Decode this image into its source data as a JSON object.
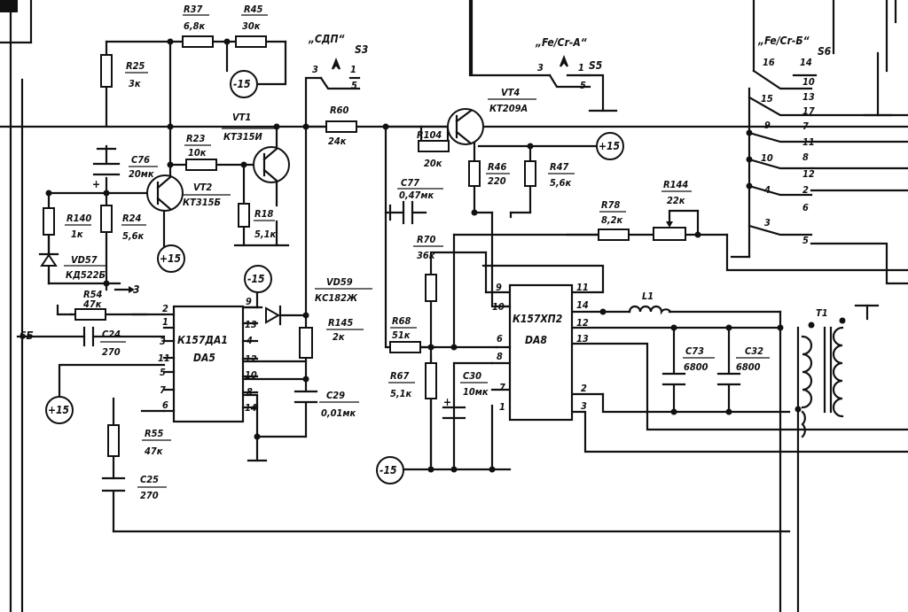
{
  "components": {
    "R37": {
      "ref": "R37",
      "value": "6,8к"
    },
    "R45": {
      "ref": "R45",
      "value": "30к"
    },
    "R25": {
      "ref": "R25",
      "value": "3к"
    },
    "VT1": {
      "ref": "VT1",
      "type": "КТ315И"
    },
    "R23": {
      "ref": "R23",
      "value": "10к"
    },
    "C76": {
      "ref": "C76",
      "value": "20мк"
    },
    "VT2": {
      "ref": "VT2",
      "type": "КТ315Б"
    },
    "R18": {
      "ref": "R18",
      "value": "5,1к"
    },
    "R140": {
      "ref": "R140",
      "value": "1к"
    },
    "R24": {
      "ref": "R24",
      "value": "5,6к"
    },
    "VD57": {
      "ref": "VD57",
      "type": "КД522Б"
    },
    "R54": {
      "ref": "R54",
      "value": "47к"
    },
    "C24": {
      "ref": "C24",
      "value": "270"
    },
    "DA1": {
      "ref": "К157ДА1",
      "name": "DA5"
    },
    "R55": {
      "ref": "R55",
      "value": "47к"
    },
    "C25": {
      "ref": "C25",
      "value": "270"
    },
    "S3": {
      "ref": "S3",
      "label": "„СДП“"
    },
    "R60": {
      "ref": "R60",
      "value": "24к"
    },
    "VD59": {
      "ref": "VD59",
      "type": "КС182Ж"
    },
    "R145": {
      "ref": "R145",
      "value": "2к"
    },
    "C29": {
      "ref": "C29",
      "value": "0,01мк"
    },
    "R68": {
      "ref": "R68",
      "value": "51к"
    },
    "R67": {
      "ref": "R67",
      "value": "5,1к"
    },
    "R70": {
      "ref": "R70",
      "value": "36к"
    },
    "C77": {
      "ref": "C77",
      "value": "0,47мк"
    },
    "R104": {
      "ref": "R104",
      "value": "20к"
    },
    "VT4": {
      "ref": "VT4",
      "type": "КТ209А"
    },
    "R46": {
      "ref": "R46",
      "value": "220"
    },
    "R47": {
      "ref": "R47",
      "value": "5,6к"
    },
    "S5": {
      "ref": "S5",
      "label": "„Fe/Cr-А“"
    },
    "S6": {
      "ref": "S6",
      "label": "„Fe/Cr-Б“"
    },
    "R78": {
      "ref": "R78",
      "value": "8,2к"
    },
    "R144": {
      "ref": "R144",
      "value": "22к"
    },
    "DA2": {
      "ref": "К157ХП2",
      "name": "DA8"
    },
    "C30": {
      "ref": "C30",
      "value": "10мк"
    },
    "L1": {
      "ref": "L1"
    },
    "C73": {
      "ref": "C73",
      "value": "6800"
    },
    "C32": {
      "ref": "C32",
      "value": "6800"
    },
    "T1": {
      "ref": "T1"
    }
  },
  "power": {
    "neg15": "-15",
    "pos15": "+15"
  },
  "nets": {
    "input_6b": "6Б",
    "to_3": "3"
  },
  "pins": {
    "da1_left": [
      "2",
      "1",
      "3",
      "11",
      "5",
      "7",
      "6"
    ],
    "da1_right": [
      "9",
      "13",
      "4",
      "12",
      "10",
      "8",
      "14"
    ],
    "da2_left": [
      "9",
      "10",
      "6",
      "8",
      "7",
      "1"
    ],
    "da2_right": [
      "11",
      "14",
      "12",
      "13",
      "2",
      "3"
    ],
    "s3": [
      "3",
      "1",
      "5"
    ],
    "s5": [
      "3",
      "1",
      "5"
    ],
    "s6": [
      "16",
      "14",
      "15",
      "10",
      "13",
      "17",
      "9",
      "7",
      "11",
      "10",
      "8",
      "12",
      "4",
      "2",
      "3",
      "6",
      "5"
    ]
  }
}
